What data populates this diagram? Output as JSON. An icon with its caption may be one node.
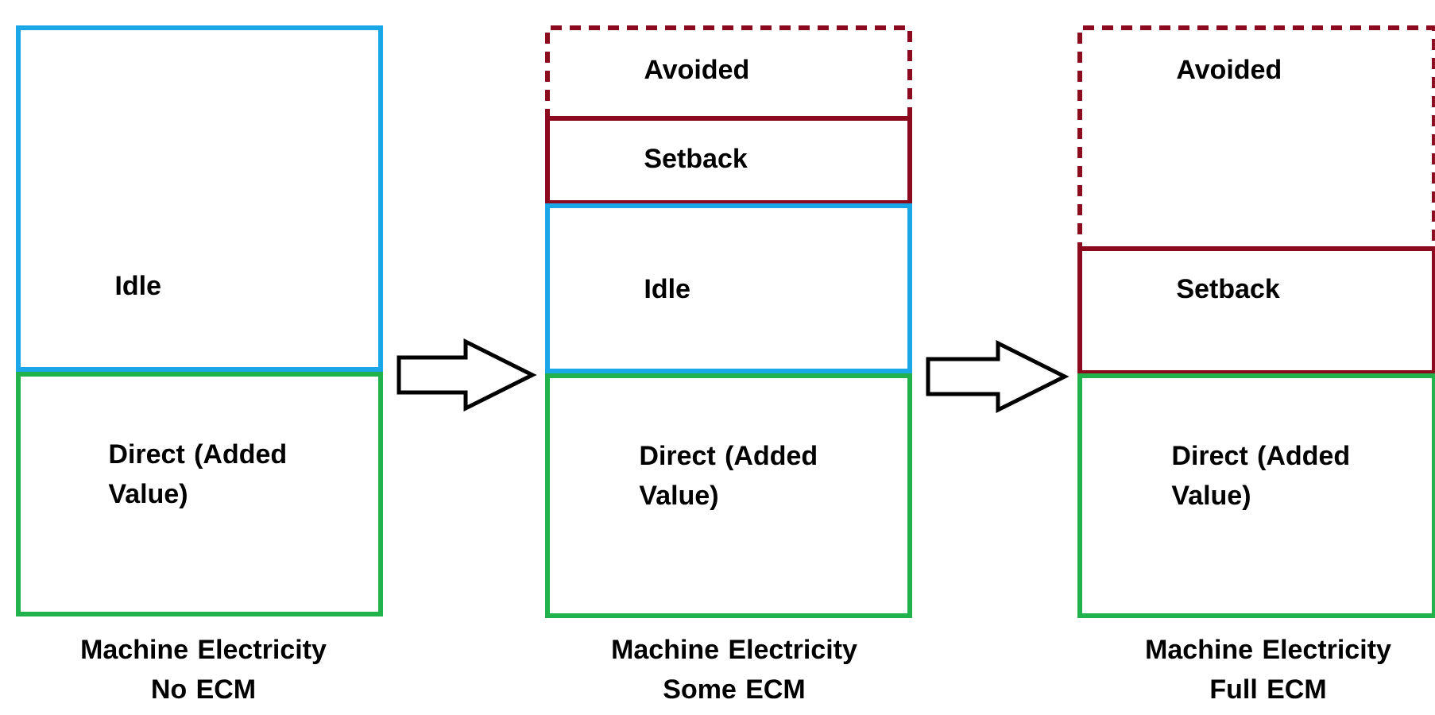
{
  "diagram": {
    "nodes": [
      {
        "text": [
          "Idle"
        ]
      },
      {
        "text": [
          "Direct (Added Value)"
        ]
      },
      {
        "text": [
          "Avoided"
        ]
      },
      {
        "text": [
          "Setback"
        ]
      },
      {
        "text": [
          "Idle"
        ]
      },
      {
        "text": [
          "Direct (Added Value)"
        ]
      },
      {
        "text": [
          "Avoided"
        ]
      },
      {
        "text": [
          "Setback"
        ]
      },
      {
        "text": [
          "Direct (Added Value)"
        ]
      }
    ],
    "edges": [
      {
        "from": 1,
        "to": 5,
        "arrow": "to"
      },
      {
        "from": 5,
        "to": 8,
        "arrow": "to"
      }
    ],
    "labels": [
      "Machine Electricity No ECM",
      "Machine Electricity Some ECM",
      "Machine Electricity Full ECM"
    ]
  }
}
